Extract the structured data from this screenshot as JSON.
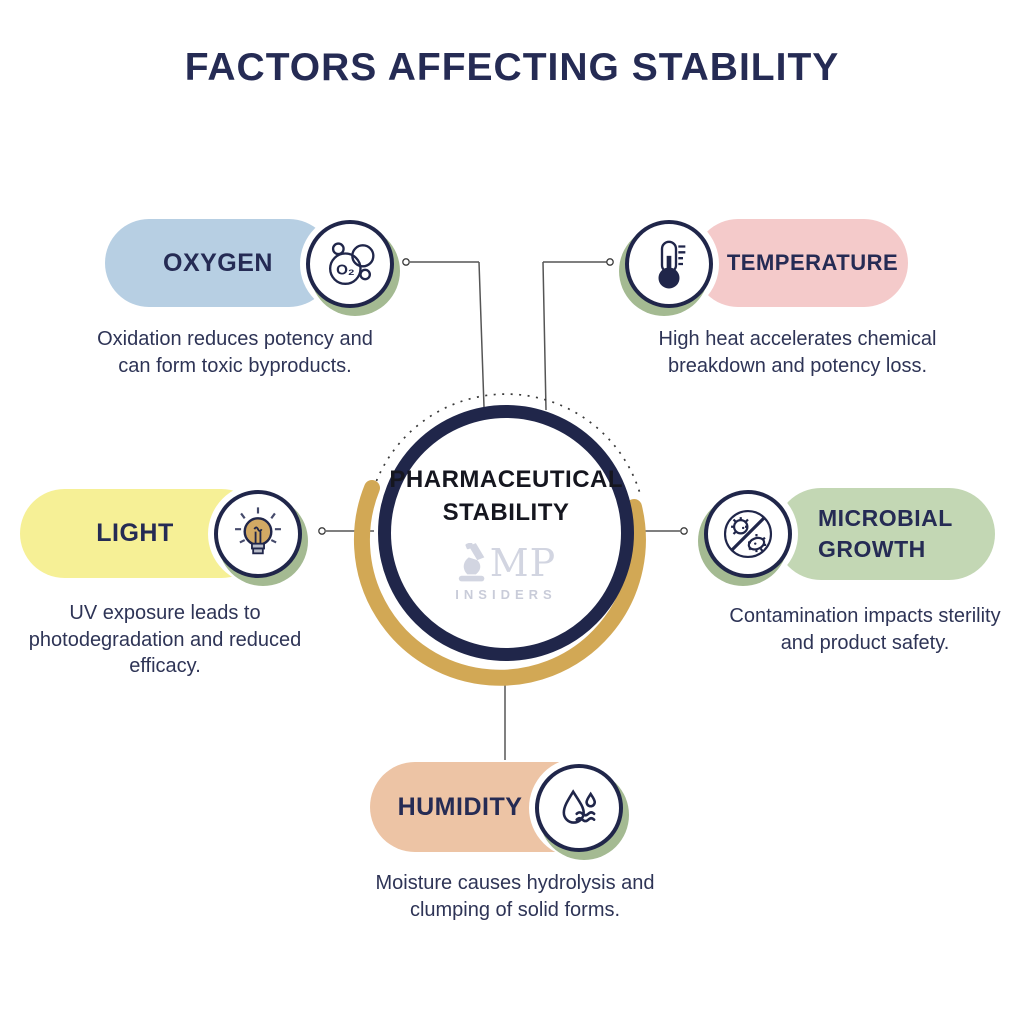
{
  "title": "FACTORS AFFECTING STABILITY",
  "center": {
    "title": "PHARMACEUTICAL STABILITY",
    "logo_text": "MP",
    "logo_subtext": "INSIDERS",
    "ring_color": "#20264a",
    "gold_arc_color": "#d2a855"
  },
  "factors": [
    {
      "id": "oxygen",
      "label": "OXYGEN",
      "description": "Oxidation reduces potency and can form toxic byproducts.",
      "color": "#b7cfe3",
      "icon": "oxygen-molecule-icon",
      "position": "top-left"
    },
    {
      "id": "temperature",
      "label": "TEMPERATURE",
      "description": "High heat accelerates chemical breakdown and potency loss.",
      "color": "#f4caca",
      "icon": "thermometer-icon",
      "position": "top-right"
    },
    {
      "id": "light",
      "label": "LIGHT",
      "description": "UV exposure leads to photodegradation and reduced efficacy.",
      "color": "#f6f096",
      "icon": "lightbulb-icon",
      "position": "middle-left"
    },
    {
      "id": "microbial-growth",
      "label": "MICROBIAL GROWTH",
      "description": "Contamination impacts sterility and product safety.",
      "color": "#c3d7b4",
      "icon": "no-microbes-icon",
      "position": "middle-right"
    },
    {
      "id": "humidity",
      "label": "HUMIDITY",
      "description": "Moisture causes hydrolysis and clumping of solid forms.",
      "color": "#edc4a5",
      "icon": "water-drops-icon",
      "position": "bottom-center"
    }
  ],
  "colors": {
    "title_text": "#252b54",
    "description_text": "#2e3456",
    "icon_stroke": "#20264a",
    "icon_halo_green": "#a4ba92",
    "connector_line": "#555555",
    "logo_gray": "#d2d5e1"
  }
}
